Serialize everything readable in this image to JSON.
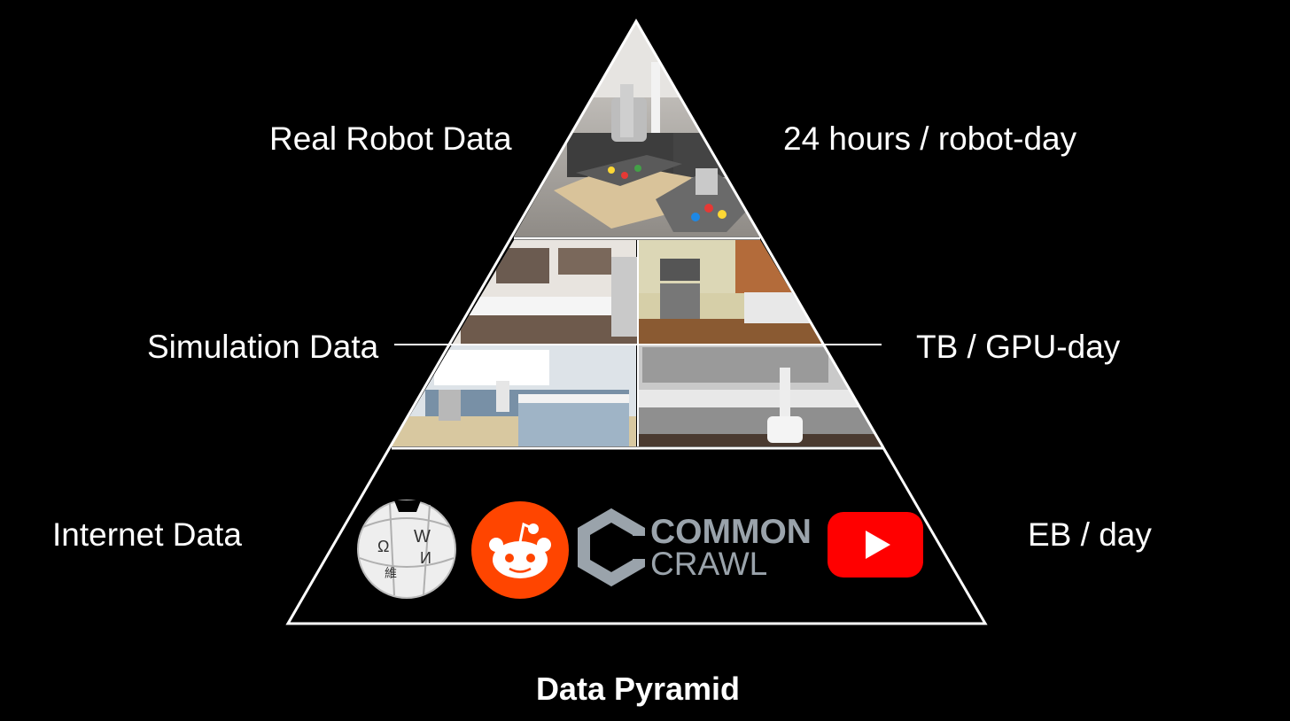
{
  "tiers": [
    {
      "label": "Real Robot Data",
      "rate": "24 hours / robot-day"
    },
    {
      "label": "Simulation Data",
      "rate": "TB / GPU-day"
    },
    {
      "label": "Internet Data",
      "rate": "EB / day"
    }
  ],
  "logos": {
    "wikipedia": {
      "icon": "wikipedia-globe-icon",
      "glyphs": [
        "W",
        "Ω",
        "И",
        "維"
      ]
    },
    "reddit": {
      "icon": "reddit-icon",
      "color": "#FF4500"
    },
    "common_crawl": {
      "icon": "common-crawl-icon",
      "line1": "COMMON",
      "line2": "CRAWL",
      "color": "#9aa3ab"
    },
    "youtube": {
      "icon": "youtube-icon",
      "color": "#FF0000"
    }
  },
  "title": "Data Pyramid"
}
